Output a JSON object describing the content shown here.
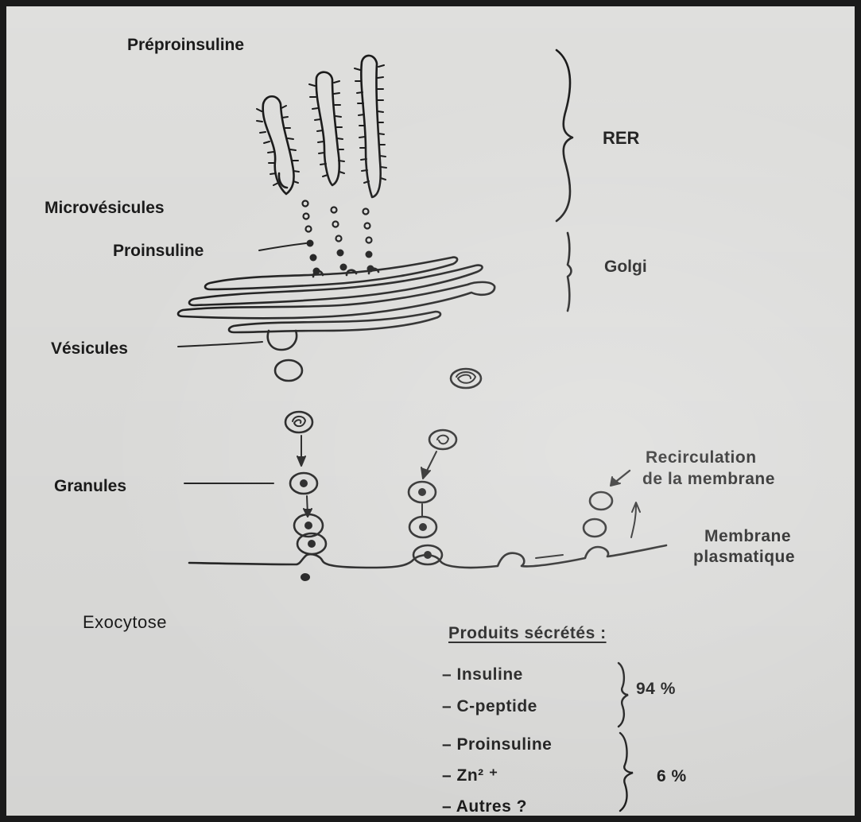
{
  "labels": {
    "preproinsuline": "Préproinsuline",
    "rer": "RER",
    "microvesicules": "Microvésicules",
    "proinsuline": "Proinsuline",
    "golgi": "Golgi",
    "vesicules": "Vésicules",
    "granules": "Granules",
    "recirculation_line1": "Recirculation",
    "recirculation_line2": "de la membrane",
    "membrane_line1": "Membrane",
    "membrane_line2": "plasmatique",
    "exocytose": "Exocytose"
  },
  "products": {
    "title": "Produits sécrétés :",
    "group1": {
      "items": [
        "– Insuline",
        "– C-peptide"
      ],
      "percent": "94 %"
    },
    "group2": {
      "items": [
        "– Proinsuline",
        "– Zn² ⁺",
        "– Autres ?"
      ],
      "percent": "6 %"
    }
  },
  "colors": {
    "ink": "#1c1c1c",
    "paper": "#e6e6e4"
  }
}
